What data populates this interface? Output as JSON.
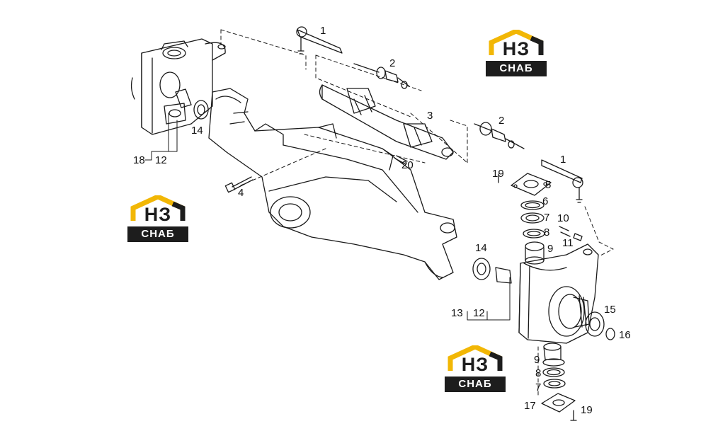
{
  "labels": {
    "l1a": "1",
    "l2a": "2",
    "l3": "3",
    "l2b": "2",
    "l1b": "1",
    "l14a": "14",
    "l18": "18",
    "l12a": "12",
    "l20": "20",
    "l4": "4",
    "l19a": "19",
    "l5": "5",
    "l6": "6",
    "l7a": "7",
    "l10": "10",
    "l8a": "8",
    "l11": "11",
    "l9a": "9",
    "l14b": "14",
    "l13": "13",
    "l12b": "12",
    "l15": "15",
    "l16": "16",
    "l9b": "9",
    "l8b": "8",
    "l7b": "7",
    "l17": "17",
    "l19b": "19"
  },
  "logos": [
    {
      "top": "НЗ",
      "bottom": "СНАБ"
    },
    {
      "top": "НЗ",
      "bottom": "СНАБ"
    },
    {
      "top": "НЗ",
      "bottom": "СНАБ"
    }
  ],
  "colors": {
    "line": "#1a1a1a",
    "logo_yellow": "#f2b705",
    "logo_dark": "#1d1d1d"
  }
}
